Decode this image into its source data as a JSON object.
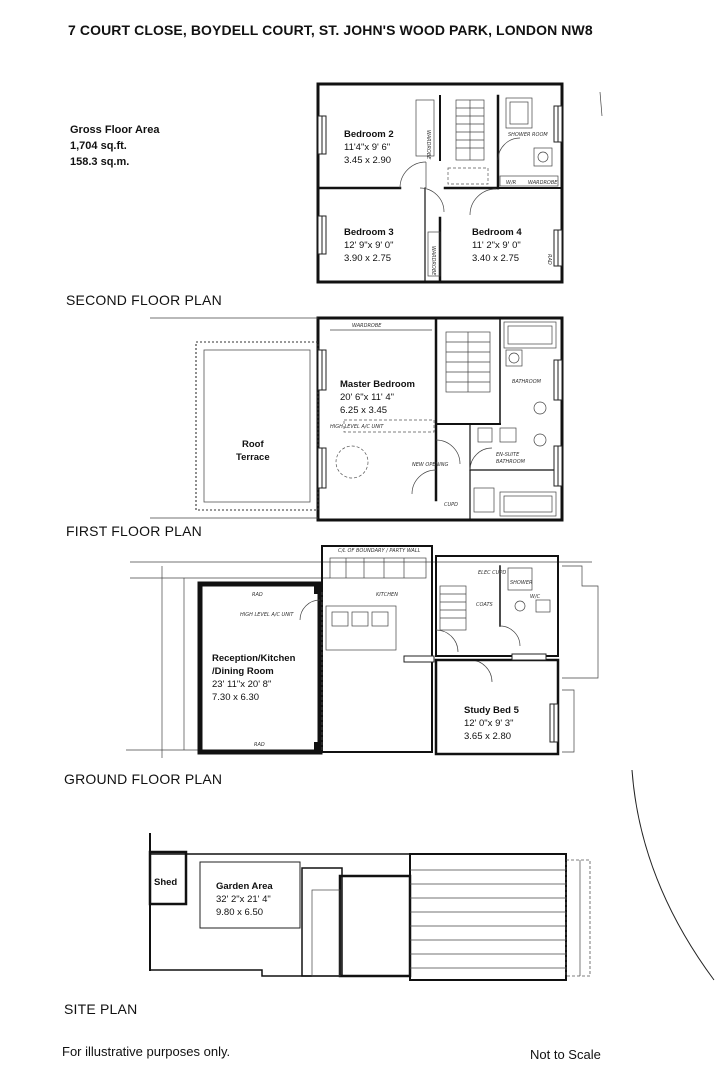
{
  "title": "7 COURT CLOSE, BOYDELL COURT, ST. JOHN'S WOOD PARK, LONDON NW8",
  "gross_floor_area": {
    "label": "Gross Floor Area",
    "sqft": "1,704 sq.ft.",
    "sqm": "158.3 sq.m."
  },
  "second_floor": {
    "label": "SECOND FLOOR PLAN",
    "rooms": [
      {
        "name": "Bedroom 2",
        "imperial": "11'4\"x 9' 6\"",
        "metric": "3.45 x 2.90"
      },
      {
        "name": "Bedroom 3",
        "imperial": "12' 9\"x 9' 0\"",
        "metric": "3.90 x 2.75"
      },
      {
        "name": "Bedroom 4",
        "imperial": "11' 2\"x 9' 0\"",
        "metric": "3.40 x 2.75"
      }
    ],
    "notes": [
      "WARDROBE",
      "SHOWER ROOM",
      "W/R",
      "WARDROBE",
      "WARDROBE",
      "RAD"
    ]
  },
  "first_floor": {
    "label": "FIRST FLOOR PLAN",
    "rooms": [
      {
        "name": "Master Bedroom",
        "imperial": "20' 6\"x 11' 4\"",
        "metric": "6.25 x 3.45"
      },
      {
        "name": "Roof",
        "line2": "Terrace"
      }
    ],
    "notes": [
      "WARDROBE",
      "BATHROOM",
      "EN-SUITE",
      "BATHROOM",
      "HIGH LEVEL A/C UNIT",
      "NEW OPENING",
      "CUPD"
    ]
  },
  "ground_floor": {
    "label": "GROUND FLOOR PLAN",
    "rooms": [
      {
        "name": "Reception/Kitchen",
        "line2": "/Dining Room",
        "imperial": "23' 11\"x 20' 8\"",
        "metric": "7.30 x 6.30"
      },
      {
        "name": "Study Bed 5",
        "imperial": "12' 0\"x 9' 3\"",
        "metric": "3.65 x 2.80"
      }
    ],
    "notes": [
      "C/L OF BOUNDARY / PARTY WALL",
      "KITCHEN",
      "ELEC CUPD",
      "COATS",
      "SHOWER",
      "W/C",
      "RAD",
      "HIGH LEVEL A/C UNIT",
      "RAD"
    ]
  },
  "site_plan": {
    "label": "SITE PLAN",
    "shed": "Shed",
    "garden": {
      "name": "Garden Area",
      "imperial": "32' 2\"x 21' 4\"",
      "metric": "9.80 x 6.50"
    }
  },
  "footer": {
    "disclaimer": "For illustrative purposes only.",
    "scale": "Not to Scale"
  }
}
